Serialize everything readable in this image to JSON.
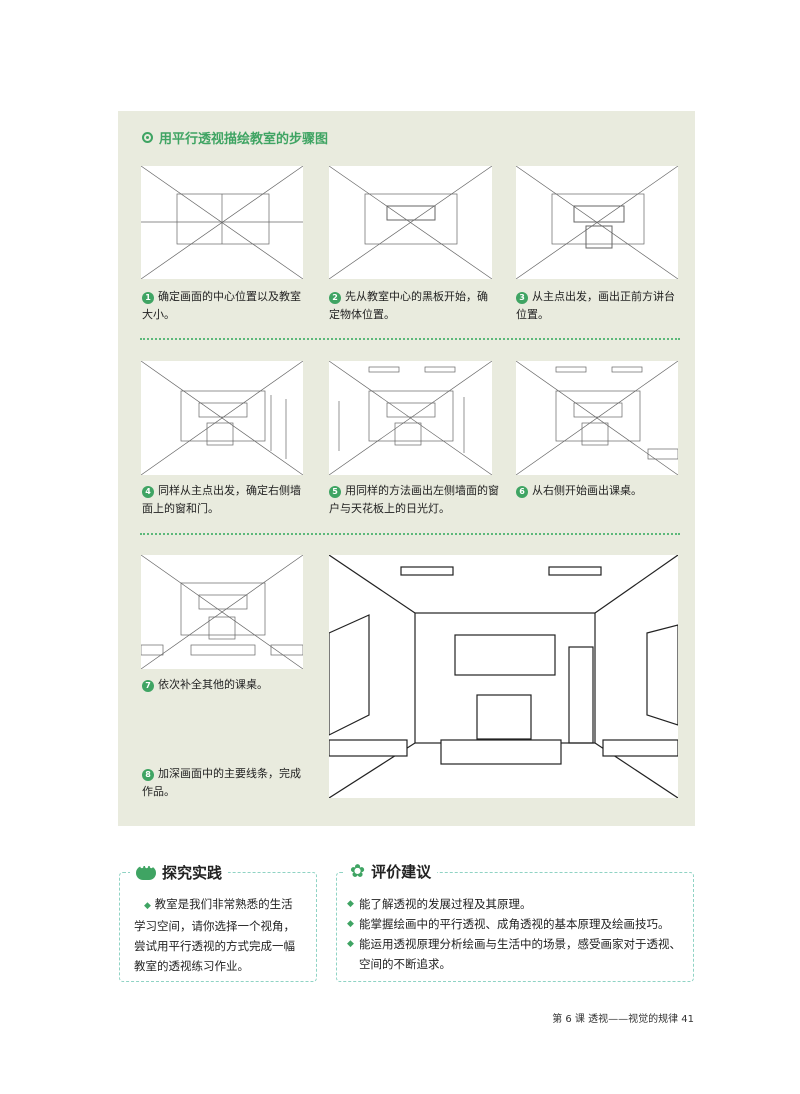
{
  "section_title": "用平行透视描绘教室的步骤图",
  "steps": [
    {
      "num": "1",
      "text": "确定画面的中心位置以及教室大小。"
    },
    {
      "num": "2",
      "text": "先从教室中心的黑板开始，确定物体位置。"
    },
    {
      "num": "3",
      "text": "从主点出发，画出正前方讲台位置。"
    },
    {
      "num": "4",
      "text": "同样从主点出发，确定右侧墙面上的窗和门。"
    },
    {
      "num": "5",
      "text": "用同样的方法画出左侧墙面的窗户与天花板上的日光灯。"
    },
    {
      "num": "6",
      "text": "从右侧开始画出课桌。"
    },
    {
      "num": "7",
      "text": "依次补全其他的课桌。"
    },
    {
      "num": "8",
      "text": "加深画面中的主要线条，完成作品。"
    }
  ],
  "practice": {
    "heading": "探究实践",
    "text": "教室是我们非常熟悉的生活学习空间，请你选择一个视角，尝试用平行透视的方式完成一幅教室的透视练习作业。"
  },
  "evaluation": {
    "heading": "评价建议",
    "items": [
      "能了解透视的发展过程及其原理。",
      "能掌握绘画中的平行透视、成角透视的基本原理及绘画技巧。",
      "能运用透视原理分析绘画与生活中的场景，感受画家对于透视、空间的不断追求。"
    ]
  },
  "footer": "第 6 课  透视——视觉的规律   41",
  "colors": {
    "accent": "#3fa463",
    "panel": "#e9ebde",
    "dash": "#8fd3c4"
  }
}
